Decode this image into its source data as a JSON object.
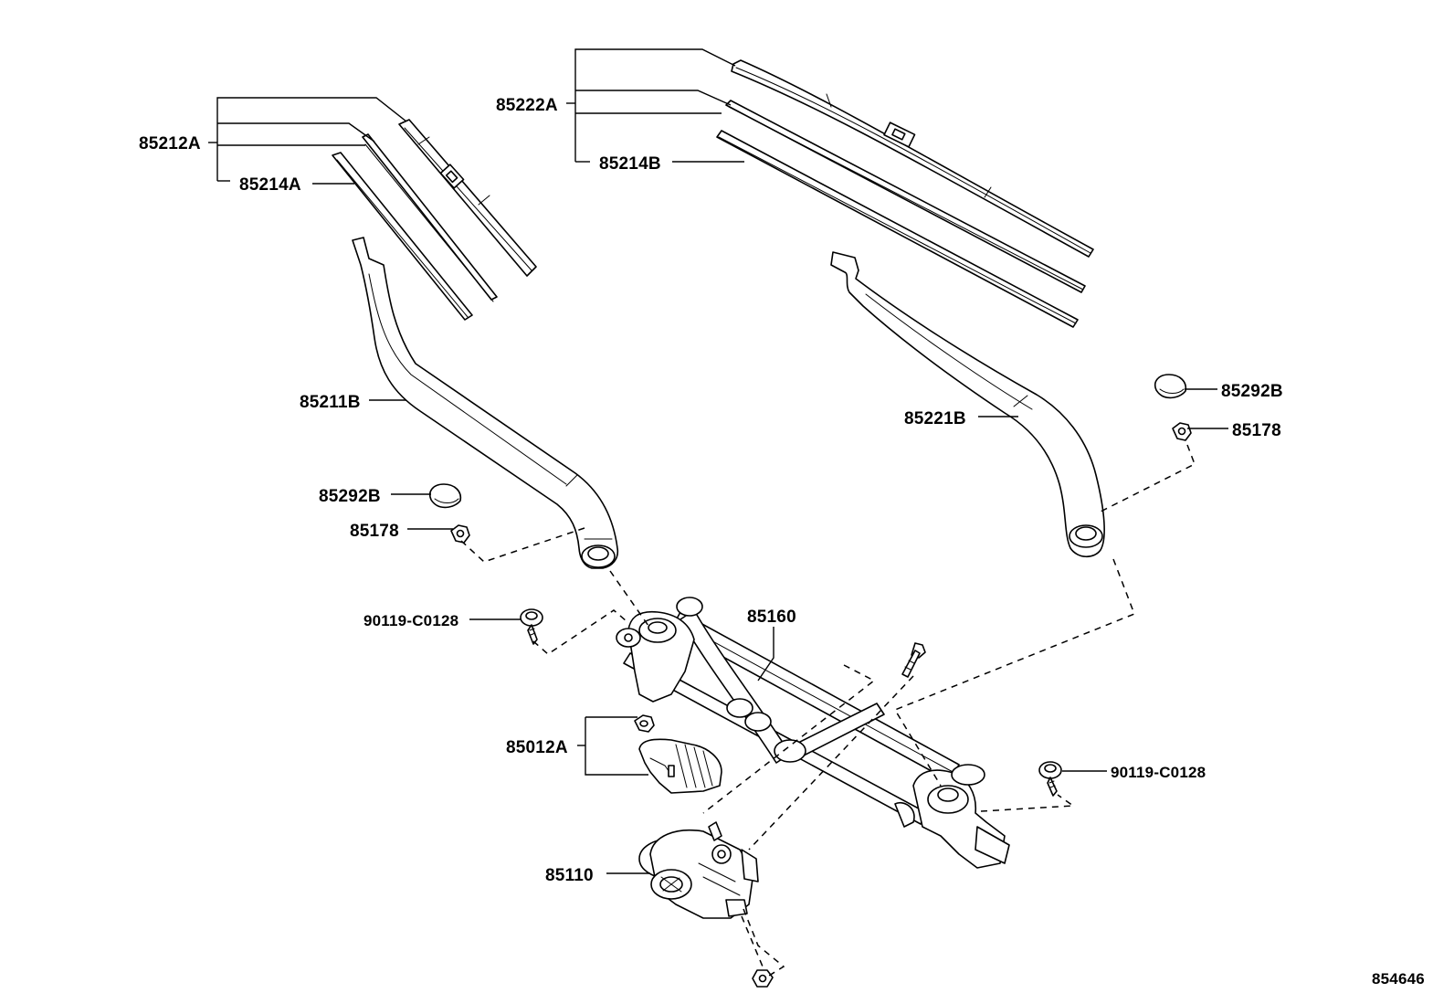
{
  "diagram_id": "854646",
  "callouts": {
    "p85212A": "85212A",
    "p85214A": "85214A",
    "p85222A": "85222A",
    "p85214B": "85214B",
    "p85211B": "85211B",
    "p85221B": "85221B",
    "p85292B_right": "85292B",
    "p85178_right": "85178",
    "p85292B_left": "85292B",
    "p85178_left": "85178",
    "p90119_left": "90119-C0128",
    "p85160": "85160",
    "p85012A": "85012A",
    "p90119_right": "90119-C0128",
    "p85110": "85110"
  }
}
